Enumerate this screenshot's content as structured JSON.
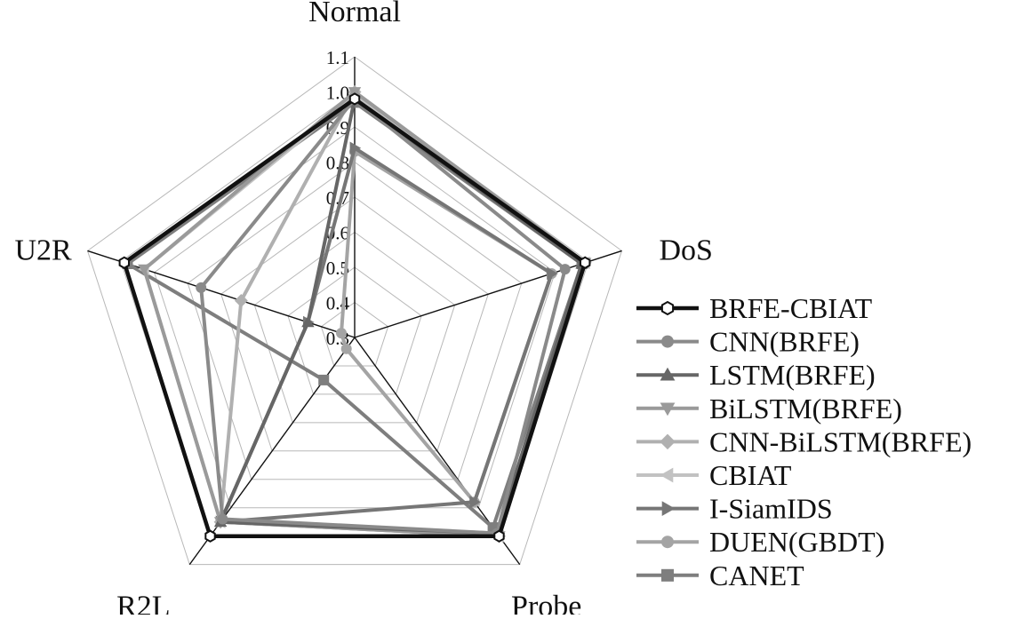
{
  "chart_data": {
    "type": "radar",
    "axes": [
      "Normal",
      "DoS",
      "Probe",
      "R2L",
      "U2R"
    ],
    "rlim": [
      0.3,
      1.1
    ],
    "ticks": [
      0.3,
      0.4,
      0.5,
      0.6,
      0.7,
      0.8,
      0.9,
      1.0,
      1.1
    ],
    "tick_labels": [
      "0.3",
      "0.4",
      "0.5",
      "0.6",
      "0.7",
      "0.8",
      "0.9",
      "1.0",
      "1.1"
    ],
    "grid": true,
    "legend_position": "right",
    "series": [
      {
        "name": "BRFE-CBIAT",
        "values": [
          0.98,
          0.99,
          1.0,
          1.0,
          0.99
        ],
        "color": "#111111",
        "marker": "open-hexagon",
        "width": 4.5
      },
      {
        "name": "CNN(BRFE)",
        "values": [
          0.98,
          0.93,
          0.99,
          0.94,
          0.76
        ],
        "color": "#8a8a8a",
        "marker": "circle",
        "width": 4
      },
      {
        "name": "LSTM(BRFE)",
        "values": [
          0.98,
          0.98,
          0.99,
          0.95,
          0.44
        ],
        "color": "#666666",
        "marker": "triangle-up",
        "width": 4
      },
      {
        "name": "BiLSTM(BRFE)",
        "values": [
          1.0,
          0.99,
          1.0,
          0.95,
          0.93
        ],
        "color": "#9a9a9a",
        "marker": "triangle-down",
        "width": 4
      },
      {
        "name": "CNN-BiLSTM(BRFE)",
        "values": [
          1.0,
          0.99,
          1.0,
          0.95,
          0.64
        ],
        "color": "#b0b0b0",
        "marker": "diamond",
        "width": 4
      },
      {
        "name": "CBIAT",
        "values": [
          0.99,
          0.99,
          1.0,
          0.95,
          0.93
        ],
        "color": "#c2c2c2",
        "marker": "triangle-left",
        "width": 4
      },
      {
        "name": "I-SiamIDS",
        "values": [
          0.84,
          0.89,
          0.88,
          0.95,
          0.44
        ],
        "color": "#767676",
        "marker": "triangle-right",
        "width": 4
      },
      {
        "name": "DUEN(GBDT)",
        "values": [
          0.83,
          0.89,
          0.88,
          0.34,
          0.34
        ],
        "color": "#a4a4a4",
        "marker": "circle",
        "width": 4
      },
      {
        "name": "CANET",
        "values": [
          0.97,
          0.98,
          0.97,
          0.45,
          0.98
        ],
        "color": "#7e7e7e",
        "marker": "square",
        "width": 4
      }
    ]
  }
}
